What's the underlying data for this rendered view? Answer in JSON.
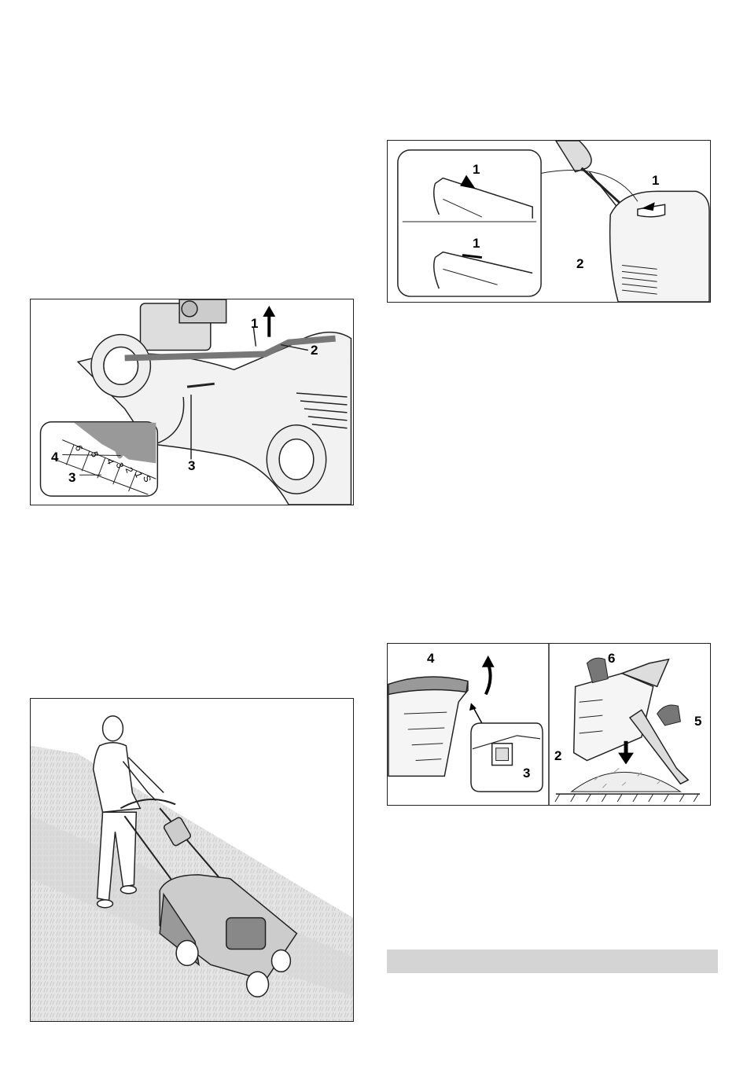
{
  "figure_height_adjust": {
    "callouts": [
      "1",
      "2",
      "3"
    ],
    "inset_callouts": [
      "4",
      "3"
    ],
    "scale_marks": [
      "6",
      "5",
      "4",
      "3",
      "2",
      "1",
      "S"
    ]
  },
  "figure_catcher_level": {
    "inset_callouts": [
      "1",
      "1"
    ],
    "callouts": [
      "1",
      "2"
    ]
  },
  "figure_mowing": {},
  "figure_emptying": {
    "left_callouts": [
      "4",
      "3"
    ],
    "right_callouts": [
      "6",
      "2",
      "5"
    ]
  }
}
